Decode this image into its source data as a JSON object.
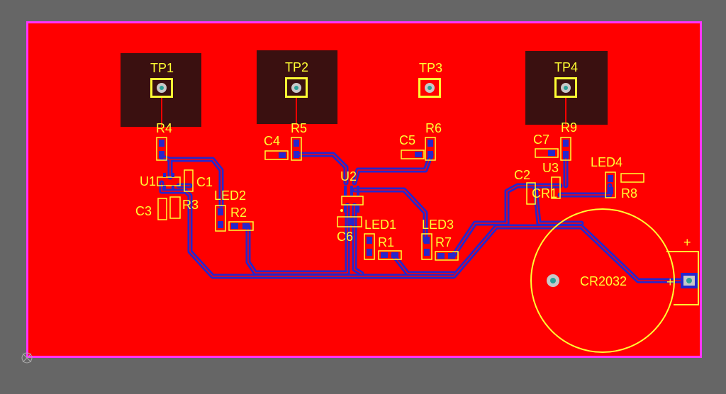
{
  "colors": {
    "workspace": "#666666",
    "board_copper": "#ff0000",
    "board_outline": "#ff33ff",
    "keepout_pad": "#3a1010",
    "track_blue": "#2626cc",
    "silkscreen": "#ffff33",
    "pad_silver": "#c8c8c8",
    "via_teal": "#2aa198"
  },
  "test_points": [
    {
      "designator": "TP1"
    },
    {
      "designator": "TP2"
    },
    {
      "designator": "TP3"
    },
    {
      "designator": "TP4"
    }
  ],
  "components": {
    "u1": "U1",
    "u2": "U2",
    "u3": "U3",
    "c1": "C1",
    "c2": "C2",
    "c3": "C3",
    "c4": "C4",
    "c5": "C5",
    "c6": "C6",
    "c7": "C7",
    "r1": "R1",
    "r2": "R2",
    "r3": "R3",
    "r4": "R4",
    "r5": "R5",
    "r6": "R6",
    "r7": "R7",
    "r8": "R8",
    "r9": "R9",
    "led1": "LED1",
    "led2": "LED2",
    "led3": "LED3",
    "led4": "LED4",
    "cr1": "CR1",
    "battery": "CR2032"
  },
  "battery_polarity": {
    "plus_top": "+",
    "plus_pad": "+"
  },
  "origin_marker": "origin-crosshair"
}
